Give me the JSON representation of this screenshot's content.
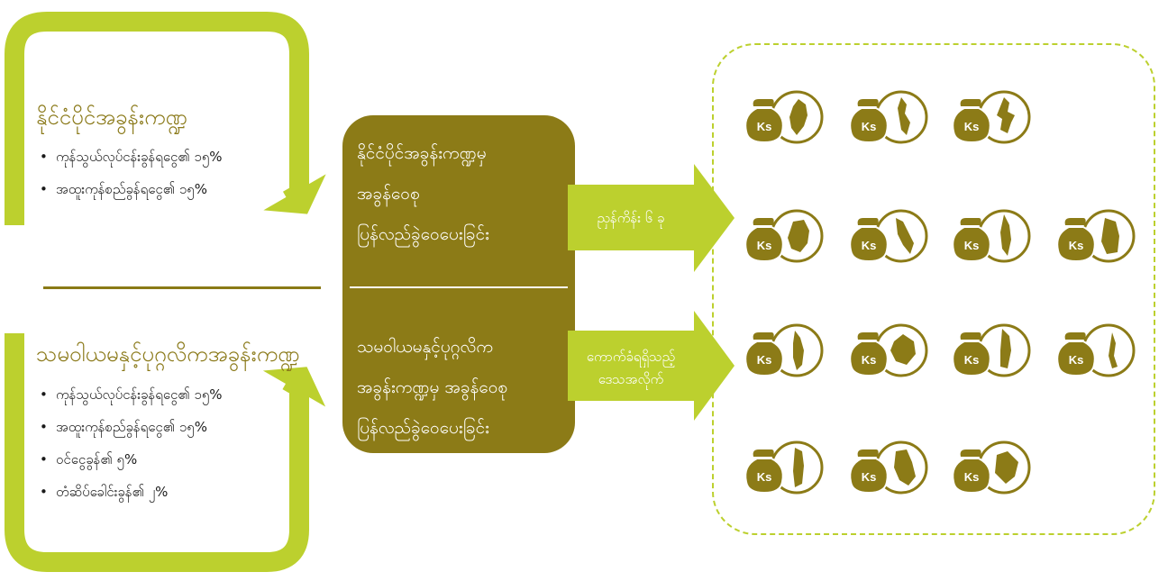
{
  "union_budget": {
    "title": "နိုင်ငံပိုင်အခွန်းကဏ္ဍ",
    "items": [
      "ကုန်သွယ်လုပ်ငန်းခွန်ရငွေ၏ ၁၅%",
      "အထူးကုန်စည်ခွန်ရငွေ၏ ၁၅%"
    ]
  },
  "private_sector": {
    "title": "သမဝါယမနှင့်ပုဂ္ဂလိကအခွန်းကဏ္ဍ",
    "items": [
      "ကုန်သွယ်လုပ်ငန်းခွန်ရငွေ၏ ၁၅%",
      "အထူးကုန်စည်ခွန်ရငွေ၏ ၁၅%",
      "ဝင်ငွေခွန်၏ ၅%",
      "တံဆိပ်ခေါင်းခွန်၏ ၂%"
    ]
  },
  "center_box": {
    "top_lines": [
      "နိုင်ငံပိုင်အခွန်းကဏ္ဍမှ",
      "အခွန်ဝေစု",
      "ပြန်လည်ခွဲဝေပေးခြင်း"
    ],
    "bottom_lines": [
      "သမဝါယမနှင့်ပုဂ္ဂလိက",
      "အခွန်းကဏ္ဍမှ အခွန်ဝေစု",
      "ပြန်လည်ခွဲဝေပေးခြင်း"
    ]
  },
  "arrows": {
    "top_label": "ညှန်ကိန်း ၆ ခု",
    "bottom_label_lines": [
      "ကောက်ခံရရှိသည့်",
      "ဒေသအလိုက်"
    ]
  },
  "currency_label": "Ks",
  "colors": {
    "lime": "#bcd02e",
    "olive": "#8c7b17",
    "olive_text": "#8b7a1a"
  },
  "icons": {
    "bag": "money-bag-icon",
    "map": "region-map-icon"
  }
}
